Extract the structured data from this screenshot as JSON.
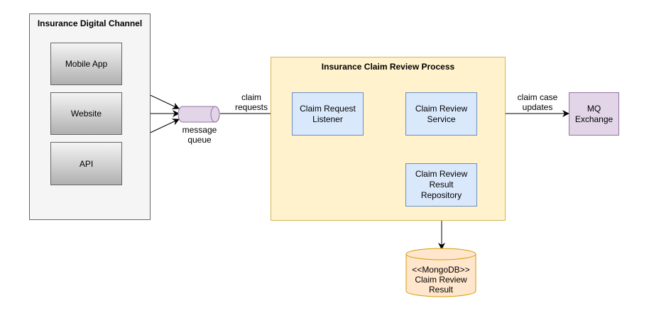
{
  "digital_channel": {
    "title": "Insurance Digital Channel",
    "items": [
      "Mobile App",
      "Website",
      "API"
    ]
  },
  "queue": {
    "label": "message\nqueue"
  },
  "edges": {
    "claim_requests": "claim\nrequests",
    "claim_case_updates": "claim case\nupdates"
  },
  "review_process": {
    "title": "Insurance Claim Review Process",
    "listener": "Claim Request\nListener",
    "service": "Claim Review\nService",
    "repository": "Claim Review\nResult Repository"
  },
  "mq_exchange": "MQ\nExchange",
  "database": "<<MongoDB>>\nClaim Review\nResult",
  "colors": {
    "service_fill": "#dae8fc",
    "service_stroke": "#6c8ebf",
    "mq_fill": "#e1d5e7",
    "mq_stroke": "#9673a6",
    "process_fill": "#fff2cc",
    "process_stroke": "#d6b656",
    "db_fill": "#ffe6cc",
    "db_stroke": "#d79b00"
  }
}
